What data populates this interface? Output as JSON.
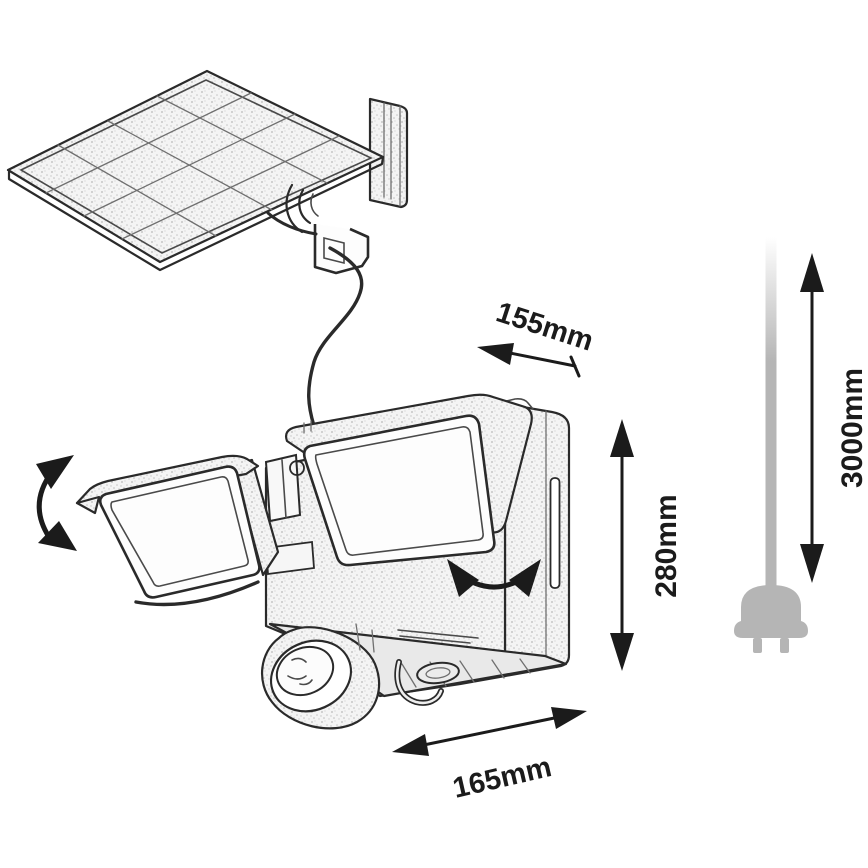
{
  "diagram": {
    "title": "Solar twin-head security light dimensional drawing",
    "dimensions": {
      "depth": {
        "label": "155mm"
      },
      "height": {
        "label": "280mm"
      },
      "width": {
        "label": "165mm"
      },
      "cable_length": {
        "label": "3000mm"
      }
    },
    "colors": {
      "line": "#2a2a2a",
      "label_text": "#1b1b1b",
      "cable_gray": "#b5b5b5",
      "background": "#ffffff"
    },
    "icons": [
      {
        "name": "solar-panel"
      },
      {
        "name": "wall-bracket"
      },
      {
        "name": "connecting-wire"
      },
      {
        "name": "left-lamp-head"
      },
      {
        "name": "right-lamp-head"
      },
      {
        "name": "motion-sensor"
      },
      {
        "name": "tilt-arrow"
      },
      {
        "name": "swivel-arrow"
      },
      {
        "name": "power-plug"
      }
    ]
  }
}
